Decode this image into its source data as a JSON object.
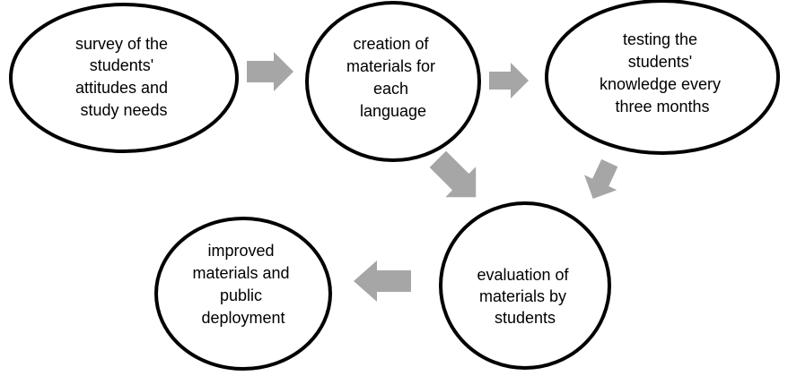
{
  "colors": {
    "node_fill": "#ffffff",
    "node_stroke": "#000000",
    "arrow_fill": "#a6a6a6",
    "text": "#000000"
  },
  "nodes": {
    "survey": {
      "lines": [
        "survey of the",
        "students'",
        "attitudes and",
        "study needs"
      ]
    },
    "creation": {
      "lines": [
        "creation of",
        "materials for",
        "each",
        "language"
      ]
    },
    "testing": {
      "lines": [
        "testing the",
        "students'",
        "knowledge every",
        "three months"
      ]
    },
    "evaluation": {
      "lines": [
        "evaluation of",
        "materials by",
        "students"
      ]
    },
    "improved": {
      "lines": [
        "improved",
        "materials and",
        "public",
        "deployment"
      ]
    }
  }
}
